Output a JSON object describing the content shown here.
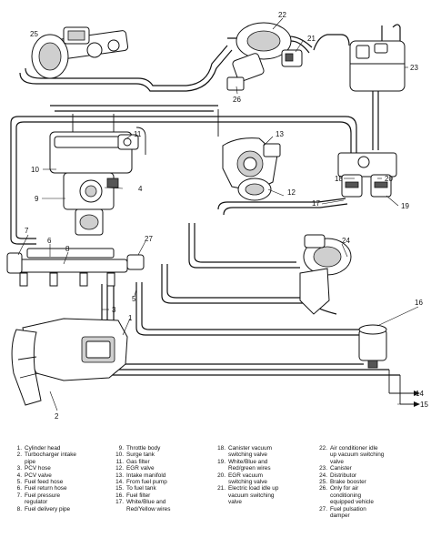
{
  "callouts": [
    "1",
    "2",
    "3",
    "4",
    "5",
    "6",
    "7",
    "8",
    "9",
    "10",
    "11",
    "12",
    "13",
    "14",
    "15",
    "16",
    "17",
    "18",
    "19",
    "20",
    "21",
    "22",
    "23",
    "24",
    "25",
    "26",
    "27"
  ],
  "legend": {
    "columns": [
      [
        {
          "num": "1.",
          "text": "Cylinder head"
        },
        {
          "num": "2.",
          "text": "Turbocharger intake"
        },
        {
          "num": "",
          "text": "pipe"
        },
        {
          "num": "3.",
          "text": "PCV hose"
        },
        {
          "num": "4.",
          "text": "PCV valve"
        },
        {
          "num": "5.",
          "text": "Fuel feed hose"
        },
        {
          "num": "6.",
          "text": "Fuel return hose"
        },
        {
          "num": "7.",
          "text": "Fuel pressure"
        },
        {
          "num": "",
          "text": "regulator"
        },
        {
          "num": "8.",
          "text": "Fuel delivery pipe"
        }
      ],
      [
        {
          "num": "9.",
          "text": "Throttle body"
        },
        {
          "num": "10.",
          "text": "Surge tank"
        },
        {
          "num": "11.",
          "text": "Gas filter"
        },
        {
          "num": "12.",
          "text": "EGR valve"
        },
        {
          "num": "13.",
          "text": "Intake manifold"
        },
        {
          "num": "14.",
          "text": "From fuel pump"
        },
        {
          "num": "15.",
          "text": "To fuel tank"
        },
        {
          "num": "16.",
          "text": "Fuel filter"
        },
        {
          "num": "17.",
          "text": "White/Blue and"
        },
        {
          "num": "",
          "text": "Red/Yellow wires"
        }
      ],
      [
        {
          "num": "18.",
          "text": "Canister vacuum"
        },
        {
          "num": "",
          "text": "switching valve"
        },
        {
          "num": "19.",
          "text": "White/Blue and"
        },
        {
          "num": "",
          "text": "Red/green wires"
        },
        {
          "num": "20.",
          "text": "EGR vacuum"
        },
        {
          "num": "",
          "text": "switching valve"
        },
        {
          "num": "21.",
          "text": "Electric load idle up"
        },
        {
          "num": "",
          "text": "vacuum switching"
        },
        {
          "num": "",
          "text": "valve"
        }
      ],
      [
        {
          "num": "22.",
          "text": "Air conditioner idle"
        },
        {
          "num": "",
          "text": "up vacuum switching"
        },
        {
          "num": "",
          "text": "valve"
        },
        {
          "num": "23.",
          "text": "Canister"
        },
        {
          "num": "24.",
          "text": "Distributor"
        },
        {
          "num": "25.",
          "text": "Brake booster"
        },
        {
          "num": "26.",
          "text": "Only for air"
        },
        {
          "num": "",
          "text": "conditioning"
        },
        {
          "num": "",
          "text": "equipped vehicle"
        },
        {
          "num": "27.",
          "text": "Fuel pulsation"
        },
        {
          "num": "",
          "text": "damper"
        }
      ]
    ]
  }
}
